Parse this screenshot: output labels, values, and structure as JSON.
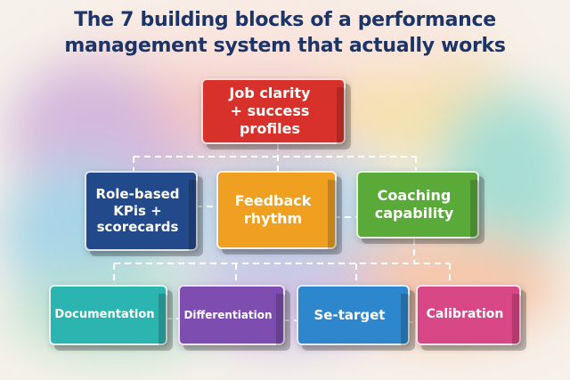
{
  "title_line1": "The 7 building blocks of a performance",
  "title_line2": "management system that actually works",
  "blocks": {
    "job_clarity": {
      "line1": "Job clarity",
      "line2": "+ success profiles",
      "color": "#d8312b"
    },
    "role_based": {
      "line1": "Role-based",
      "line2": "KPis +",
      "line3": "scorecards",
      "color": "#22498a"
    },
    "feedback": {
      "line1": "Feedback",
      "line2": "rhythm",
      "color": "#f0a020"
    },
    "coaching": {
      "line1": "Coaching",
      "line2": "capability",
      "color": "#5aaa3a"
    },
    "documentation": {
      "label": "Documentation",
      "color": "#2cb4b0"
    },
    "differentiation": {
      "label": "Differentiation",
      "color": "#7e4db0"
    },
    "se_target": {
      "label": "Se-target",
      "color": "#2e86cc"
    },
    "calibration": {
      "label": "Calibration",
      "color": "#d94886"
    }
  }
}
